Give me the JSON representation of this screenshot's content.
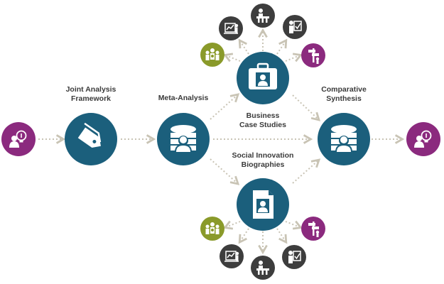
{
  "colors": {
    "teal": "#1b5f7c",
    "purple": "#8b2a7e",
    "olive": "#8a9a2a",
    "dark": "#3d3d3d",
    "arrow": "#c9c4b5",
    "label": "#3a3a3a"
  },
  "labels": {
    "joint_analysis": [
      "Joint Analysis",
      "Framework"
    ],
    "meta_analysis": "Meta-Analysis",
    "business_case": [
      "Business",
      "Case Studies"
    ],
    "social_innovation": [
      "Social Innovation",
      "Biographies"
    ],
    "comparative": [
      "Comparative",
      "Synthesis"
    ]
  },
  "icons": {
    "input": "idea-person-icon",
    "framework": "tags-icon",
    "meta": "database-person-icon",
    "business": "briefcase-person-icon",
    "social": "document-person-icon",
    "synthesis": "database-person-icon",
    "output": "idea-person-icon",
    "satellites": [
      "group-icon",
      "chart-presenter-icon",
      "podium-icon",
      "checklist-icon",
      "signpost-icon"
    ]
  }
}
